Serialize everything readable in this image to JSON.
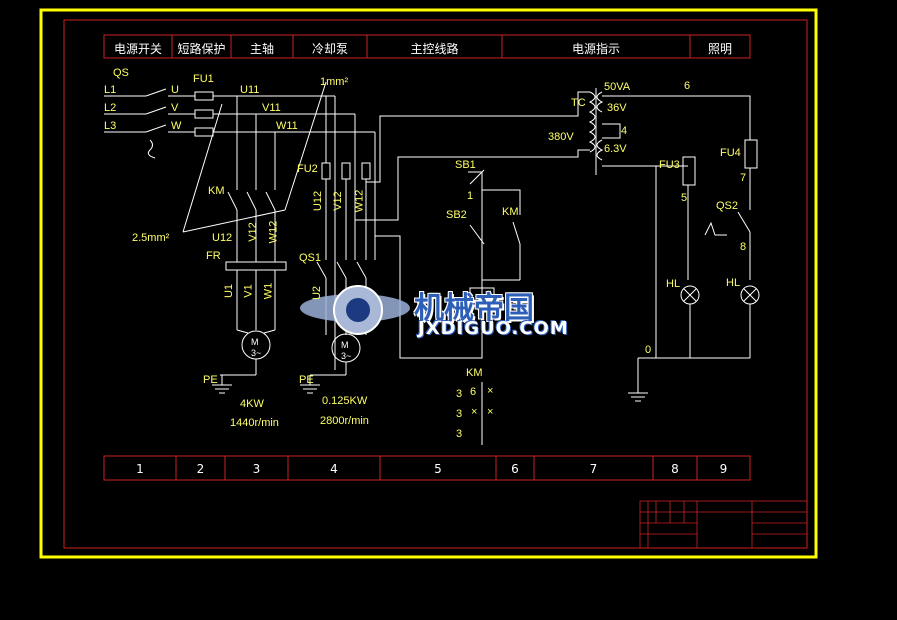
{
  "header_cells": [
    "电源开关",
    "短路保护",
    "主轴",
    "冷却泵",
    "主控线路",
    "电源指示",
    "照明"
  ],
  "footer_cells": [
    "1",
    "2",
    "3",
    "4",
    "5",
    "6",
    "7",
    "8",
    "9"
  ],
  "labels": {
    "qs": "QS",
    "l1": "L1",
    "l2": "L2",
    "l3": "L3",
    "u": "U",
    "v": "V",
    "w": "W",
    "fu1": "FU1",
    "u11": "U11",
    "v11": "V11",
    "w11": "W11",
    "mm1": "1mm²",
    "km": "KM",
    "mm25": "2.5mm²",
    "u12a": "U12",
    "v12a": "V12",
    "w12a": "W12",
    "fr": "FR",
    "u1": "U1",
    "v1": "V1",
    "w1": "W1",
    "pe1": "PE",
    "pe2": "PE",
    "m1": "M",
    "m1b": "3~",
    "m2": "M",
    "m2b": "3~",
    "fu2": "FU2",
    "u12b": "U12",
    "v12b": "V12",
    "w12b": "W12",
    "qs1": "QS1",
    "u2": "U2",
    "p4kw": "4KW",
    "r1440": "1440r/min",
    "p0125": "0.125KW",
    "r2800": "2800r/min",
    "sb1": "SB1",
    "n1": "1",
    "sb2": "SB2",
    "km2": "KM",
    "tc": "TC",
    "v50": "50VA",
    "v36": "36V",
    "v380": "380V",
    "n4": "4",
    "v63": "6.3V",
    "n6": "6",
    "fu3": "FU3",
    "n5": "5",
    "fu4": "FU4",
    "n7": "7",
    "qs2": "QS2",
    "n8": "8",
    "hl1": "HL",
    "hl2": "HL",
    "n0": "0",
    "kmtbl": "KM",
    "kt1a": "3",
    "kt1b": "6",
    "kt1c": "×",
    "kt2a": "3",
    "kt2b": "×",
    "kt2c": "×",
    "kt3a": "3"
  },
  "watermark": {
    "cn": "机械帝国",
    "en": "JXDIGUO.COM"
  },
  "colors": {
    "frame": "#ffff00",
    "border": "#cc2222",
    "line": "#ffffff",
    "label": "#ffff66",
    "logo": "#2d5fb8"
  }
}
